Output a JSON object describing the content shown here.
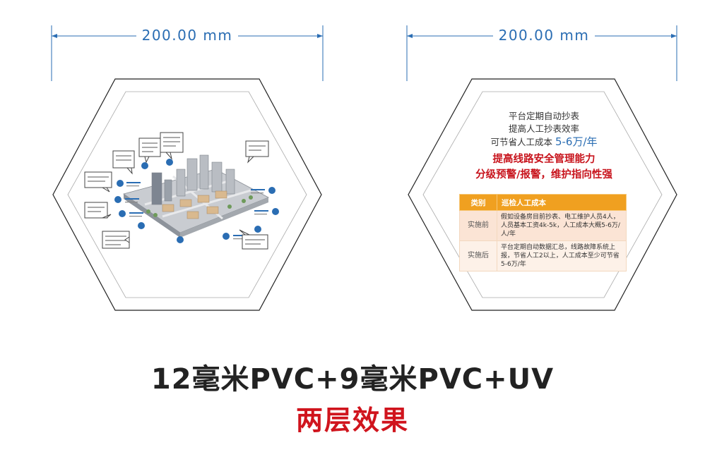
{
  "left_panel": {
    "dimension": "200.00 mm"
  },
  "right_panel": {
    "dimension": "200.00 mm",
    "lines": [
      "平台定期自动抄表",
      "提高人工抄表效率"
    ],
    "saving_prefix": "可节省人工成本",
    "saving_value": "5-6万/年",
    "highlight_1": "提高线路安全管理能力",
    "highlight_2": "分级预警/报警，维护指向性强",
    "table": {
      "headers": [
        "类别",
        "巡检人工成本"
      ],
      "rows": [
        {
          "category": "实施前",
          "text": "假如设备房目前抄表、电工维护人员4人，人员基本工资4k-5k，人工成本大概5-6万/人/年"
        },
        {
          "category": "实施后",
          "text": "平台定期自动数据汇总，线路故障系统上报，节省人工2以上，人工成本至少可节省5-6万/年"
        }
      ]
    }
  },
  "caption": {
    "main": "12毫米PVC+9毫米PVC+UV",
    "sub": "两层效果"
  },
  "colors": {
    "dimension_line": "#2a6db3",
    "highlight_red": "#c8141d",
    "table_header": "#f0a020",
    "caption_red": "#d0141d"
  }
}
